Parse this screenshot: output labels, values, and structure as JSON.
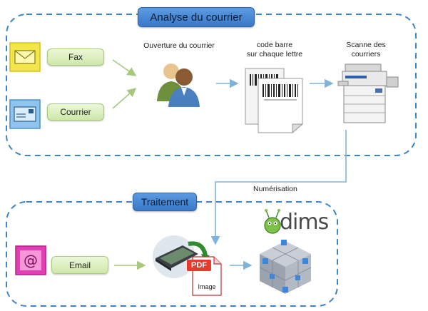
{
  "top_section": {
    "title": "Analyse du courrier",
    "inputs": [
      "Fax",
      "Courrier"
    ],
    "step_opening": "Ouverture du courrier",
    "step_barcode": [
      "code barre",
      "sur chaque lettre"
    ],
    "step_scan": [
      "Scanne des",
      "courriers"
    ]
  },
  "connector_label": "Numérisation",
  "bottom_section": {
    "title": "Traitement",
    "input": "Email",
    "pdf_badge": "PDF",
    "pdf_caption": "Image",
    "logo_text": "dims"
  },
  "colors": {
    "dashed_border": "#3d85c6",
    "arrow": "#7fb3d9",
    "input_arrow": "#a6c97e",
    "title_pill": "#4a8bd8",
    "label_pill": "#d9efbb"
  }
}
